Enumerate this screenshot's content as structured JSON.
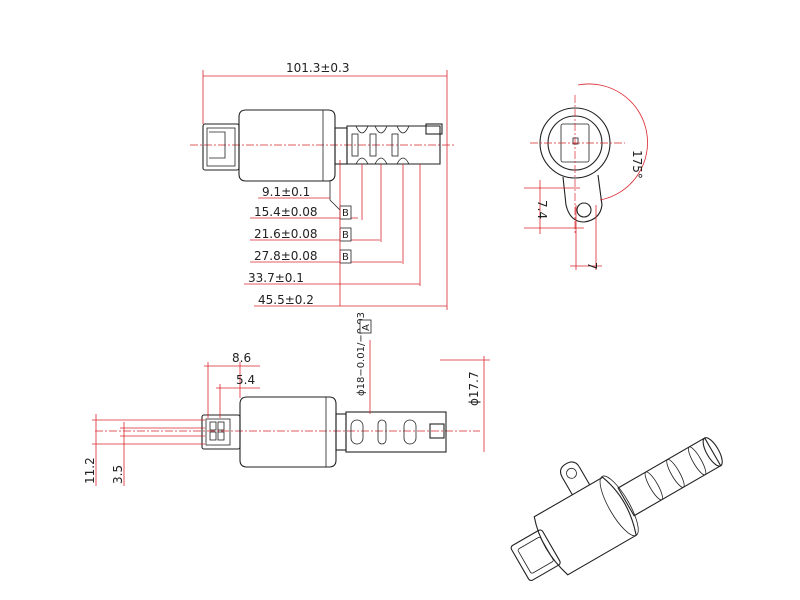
{
  "drawing": {
    "top_view": {
      "overall_length": "101.3±0.3",
      "dims": [
        "9.1±0.1",
        "15.4±0.08",
        "21.6±0.08",
        "27.8±0.08",
        "33.7±0.1",
        "45.5±0.2"
      ],
      "datum_b": "B"
    },
    "end_view": {
      "angle": "175°",
      "dim_height": "7.4",
      "dim_width": "7"
    },
    "side_view": {
      "dim_a": "8.6",
      "dim_b": "5.4",
      "diameter_tol": "ϕ18−0.01/−0.03",
      "datum_a": "A",
      "diameter_outer": "ϕ17.7",
      "dim_left_1": "11.2",
      "dim_left_2": "3.5"
    }
  }
}
